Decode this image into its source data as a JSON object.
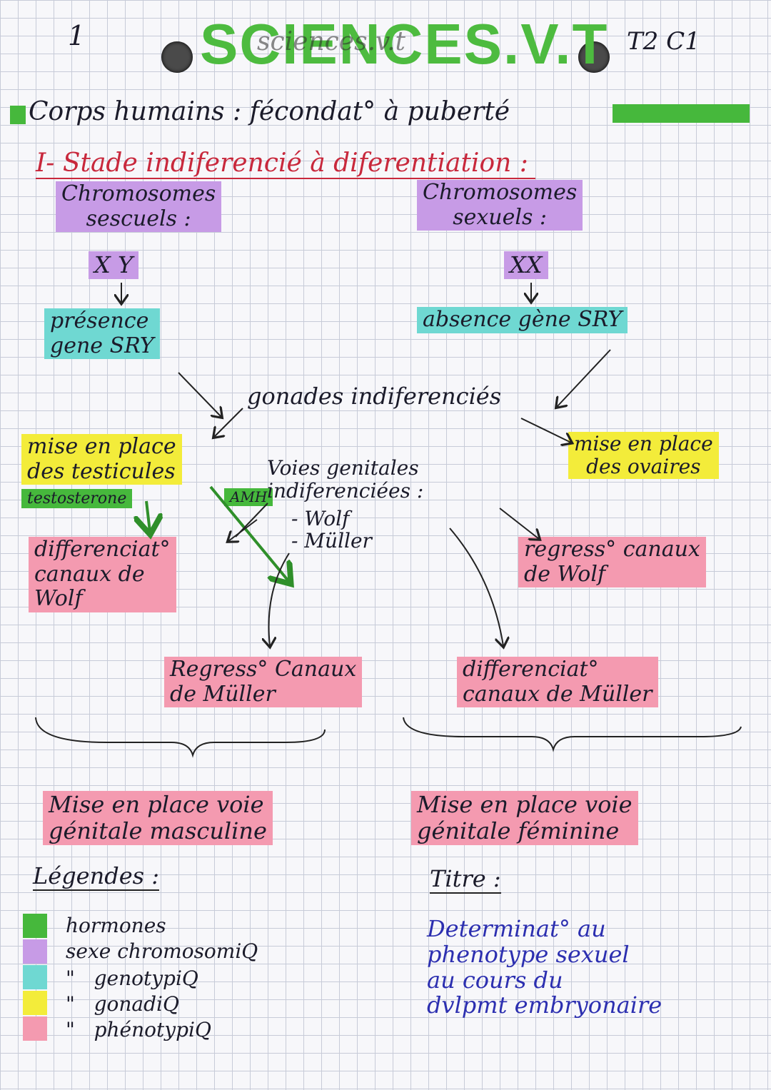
{
  "header": {
    "page_number": "1",
    "title": "SCIENCES.V.T",
    "title_scribble": "sciences.v.t",
    "chapter_ref": "T2 C1"
  },
  "subject": "Corps humains : fécondat° à puberté",
  "section": "I- Stade indiferencié à diferentiation :",
  "diagram": {
    "male": {
      "chromosomes_label": "Chromosomes\nsescuels :",
      "chromosomes": "X Y",
      "gene": "présence\ngene SRY",
      "gonad": "mise en place\ndes testicules",
      "hormone_testosterone": "testosterone",
      "hormone_amh": "AMH",
      "wolff_diff": "differenciat°\ncanaux de\nWolf",
      "muller_regression": "Regress° Canaux\nde Müller",
      "result": "Mise en place voie\ngénitale masculine"
    },
    "female": {
      "chromosomes_label": "Chromosomes\nsexuels :",
      "chromosomes": "XX",
      "gene": "absence gène SRY",
      "gonad": "mise en place\ndes ovaires",
      "wolff_regression": "regress° canaux\nde Wolf",
      "muller_diff": "differenciat°\ncanaux de Müller",
      "result": "Mise en place voie\ngénitale féminine"
    },
    "center": {
      "gonads": "gonades indiferenciés",
      "ducts_title": "Voies genitales\nindiferenciées :",
      "ducts_items": "- Wolf\n- Müller"
    }
  },
  "legend": {
    "title": "Légendes :",
    "items": [
      {
        "color": "#46b83c",
        "label": "hormones"
      },
      {
        "color": "#c79be6",
        "label": "sexe chromosomiQ"
      },
      {
        "color": "#6fd8d2",
        "label": "\"   genotypiQ"
      },
      {
        "color": "#f3ec3a",
        "label": "\"   gonadiQ"
      },
      {
        "color": "#f49ab0",
        "label": "\"   phénotypiQ"
      }
    ]
  },
  "title_box": {
    "heading": "Titre :",
    "text": "Determinat° au\nphenotype sexuel\nau cours du\ndvlpmt embryonaire"
  },
  "colors": {
    "hormone": "#46b83c",
    "chromosome": "#c79be6",
    "genotype": "#6fd8d2",
    "gonad": "#f3ec3a",
    "phenotype": "#f49ab0",
    "section_underline": "#c8283c",
    "ink_blue": "#2c2fb0"
  }
}
